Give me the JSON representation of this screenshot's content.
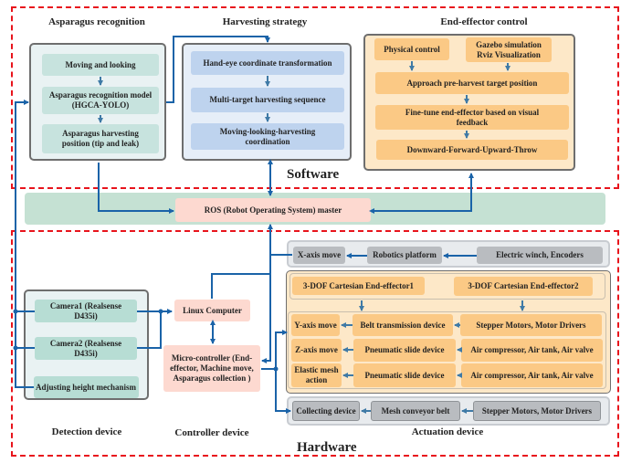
{
  "sections": {
    "software": "Software",
    "hardware": "Hardware"
  },
  "software": {
    "asparagus_recognition": {
      "title": "Asparagus recognition",
      "steps": [
        "Moving and looking",
        "Asparagus recognition model (HGCA-YOLO)",
        "Asparagus harvesting position (tip and leak)"
      ]
    },
    "harvesting_strategy": {
      "title": "Harvesting strategy",
      "steps": [
        "Hand-eye coordinate transformation",
        "Multi-target harvesting sequence",
        "Moving-looking-harvesting coordination"
      ]
    },
    "end_effector_control": {
      "title": "End-effector control",
      "inputs": [
        "Physical control",
        "Gazebo simulation Rviz Visualization"
      ],
      "steps": [
        "Approach pre-harvest target position",
        "Fine-tune end-effector based on visual feedback",
        "Downward-Forward-Upward-Throw"
      ]
    }
  },
  "ros_master": "ROS (Robot Operating System) master",
  "hardware": {
    "detection_device": {
      "title": "Detection device",
      "items": [
        "Camera1 (Realsense D435i)",
        "Camera2 (Realsense D435i)",
        "Adjusting height mechanism"
      ]
    },
    "controller_device": {
      "title": "Controller device",
      "linux": "Linux Computer",
      "micro": "Micro-controller (End-effector, Machine move, Asparagus collection )"
    },
    "actuation_device": {
      "title": "Actuation device",
      "x_row": [
        "X-axis move",
        "Robotics platform",
        "Electric winch, Encoders"
      ],
      "end_effectors": [
        "3-DOF Cartesian End-effector1",
        "3-DOF Cartesian End-effector2"
      ],
      "rows": [
        [
          "Y-axis move",
          "Belt transmission device",
          "Stepper Motors, Motor Drivers"
        ],
        [
          "Z-axis move",
          "Pneumatic slide device",
          "Air compressor, Air tank, Air valve"
        ],
        [
          "Elastic mesh action",
          "Pneumatic slide device",
          "Air compressor, Air tank, Air valve"
        ]
      ],
      "collect_row": [
        "Collecting device",
        "Mesh conveyor belt",
        "Stepper Motors, Motor Drivers"
      ]
    }
  }
}
